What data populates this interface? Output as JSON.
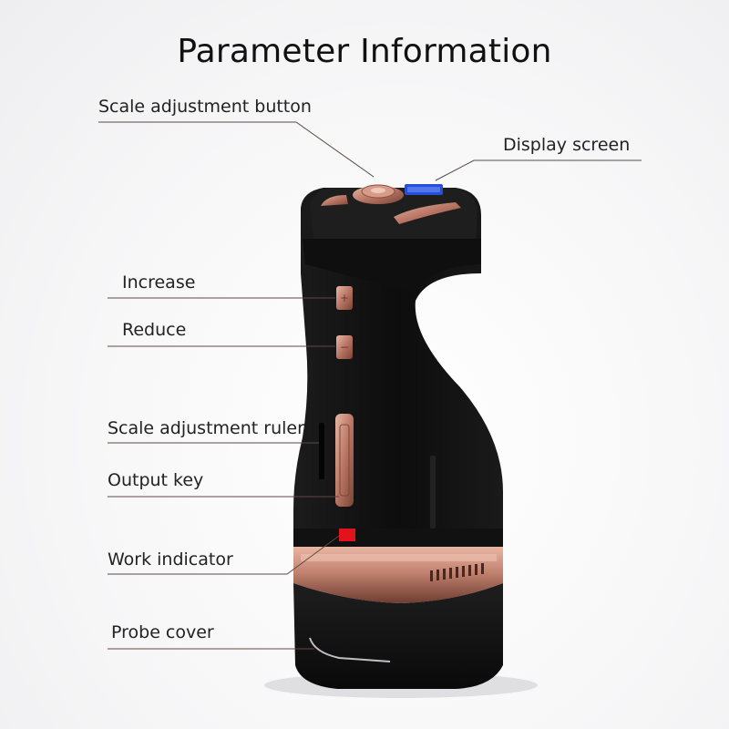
{
  "title": "Parameter Information",
  "labels": {
    "scale_button": "Scale adjustment button",
    "display_screen": "Display screen",
    "increase": "Increase",
    "reduce": "Reduce",
    "scale_ruler": "Scale adjustment ruler",
    "output_key": "Output key",
    "work_indicator": "Work indicator",
    "probe_cover": "Probe cover"
  },
  "colors": {
    "device_body": "#141414",
    "rose_gold": "#c98f7e",
    "indicator": "#e0141a",
    "screen": "#2a4fd0",
    "leader_line": "#5a4a45"
  }
}
